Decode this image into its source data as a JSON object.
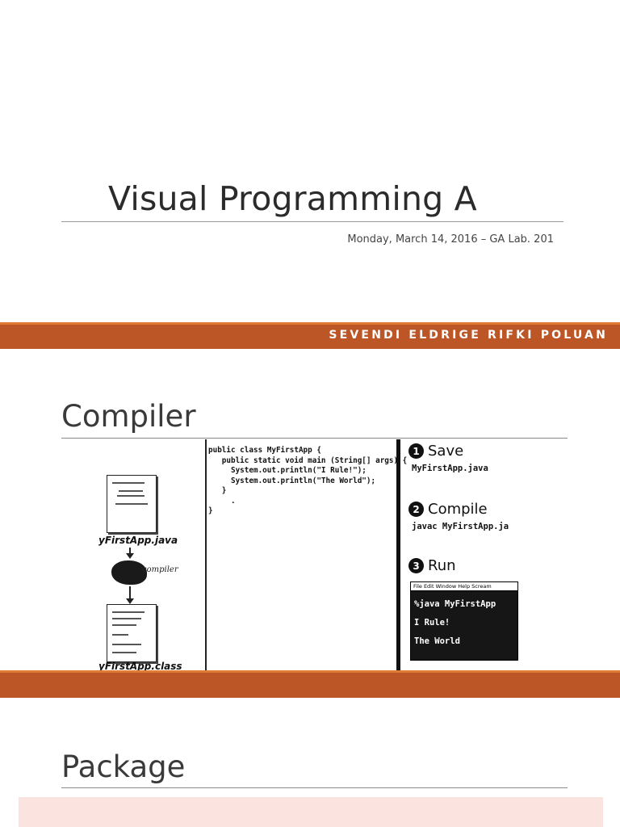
{
  "slides": [
    {
      "title": "Visual Programming A",
      "subtitle": "Monday, March 14, 2016 – GA Lab. 201",
      "author": "SEVENDI ELDRIGE RIFKI POLUAN"
    },
    {
      "heading": "Compiler",
      "figure": {
        "source_file_label": "yFirstApp.java",
        "compiler_note": "compiler",
        "class_file_label": "yFirstApp.class",
        "code_lines": [
          "public class MyFirstApp {",
          "",
          "   public static void main (String[] args) {",
          "     System.out.println(\"I Rule!\");",
          "     System.out.println(\"The World\");",
          "   }",
          "     .",
          "}"
        ],
        "steps": [
          {
            "number": "1",
            "title": "Save",
            "command": "MyFirstApp.java"
          },
          {
            "number": "2",
            "title": "Compile",
            "command": "javac MyFirstApp.ja"
          },
          {
            "number": "3",
            "title": "Run"
          }
        ],
        "terminal": {
          "menu": "File  Edit  Window  Help  Scream",
          "lines": [
            "%java MyFirstApp",
            "I Rule!",
            "The World"
          ]
        }
      }
    },
    {
      "heading": "Package"
    }
  ],
  "colors": {
    "accent_bar": "#bd5627",
    "accent_bar_top": "#e07a35",
    "content_box": "#fbe4df"
  }
}
